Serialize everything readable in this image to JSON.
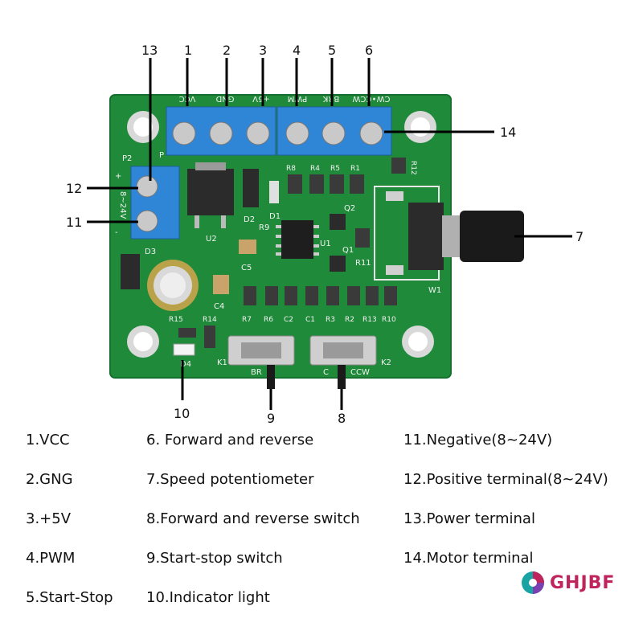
{
  "callouts": [
    "13",
    "1",
    "2",
    "3",
    "4",
    "5",
    "6",
    "14",
    "12",
    "11",
    "7",
    "10",
    "9",
    "8"
  ],
  "terminal_labels": [
    "VCC",
    "GND",
    "+5V",
    "PWM",
    "BRK",
    "CW∙CCW"
  ],
  "pcb_labels": {
    "p2": "P2",
    "p1": "P",
    "r12": "R12",
    "r8": "R8",
    "r4": "R4",
    "r5": "R5",
    "r1": "R1",
    "d2": "D2",
    "d1": "D1",
    "r9": "R9",
    "q2": "Q2",
    "u2": "U2",
    "u1": "U1",
    "q1": "Q1",
    "r11": "R11",
    "c5": "C5",
    "d3": "D3",
    "c4": "C4",
    "w1": "W1",
    "power_input": "8~24V",
    "plus": "+",
    "minus": "-",
    "bottom_refs": [
      "R7",
      "R6",
      "C2",
      "C1",
      "R3",
      "R2",
      "R13",
      "R10"
    ],
    "r15": "R15",
    "r14": "R14",
    "d4": "D4",
    "k1": "K1",
    "k2": "K2",
    "br": "BR",
    "c": "C",
    "ccw": "CCW"
  },
  "legend": {
    "col1": [
      "1.VCC",
      "2.GNG",
      "3.+5V",
      "4.PWM",
      "5.Start-Stop"
    ],
    "col2": [
      "6. Forward and reverse",
      "7.Speed potentiometer",
      "8.Forward and reverse switch",
      "9.Start-stop switch",
      "10.Indicator light"
    ],
    "col3": [
      "11.Negative(8~24V)",
      "12.Positive terminal(8~24V)",
      "13.Power terminal",
      "14.Motor terminal"
    ]
  },
  "brand": {
    "name": "GHJBF",
    "color": "#c0245c"
  },
  "colors": {
    "pcb": "#1f8a3a",
    "terminal": "#2f86d6",
    "text": "#111111"
  }
}
